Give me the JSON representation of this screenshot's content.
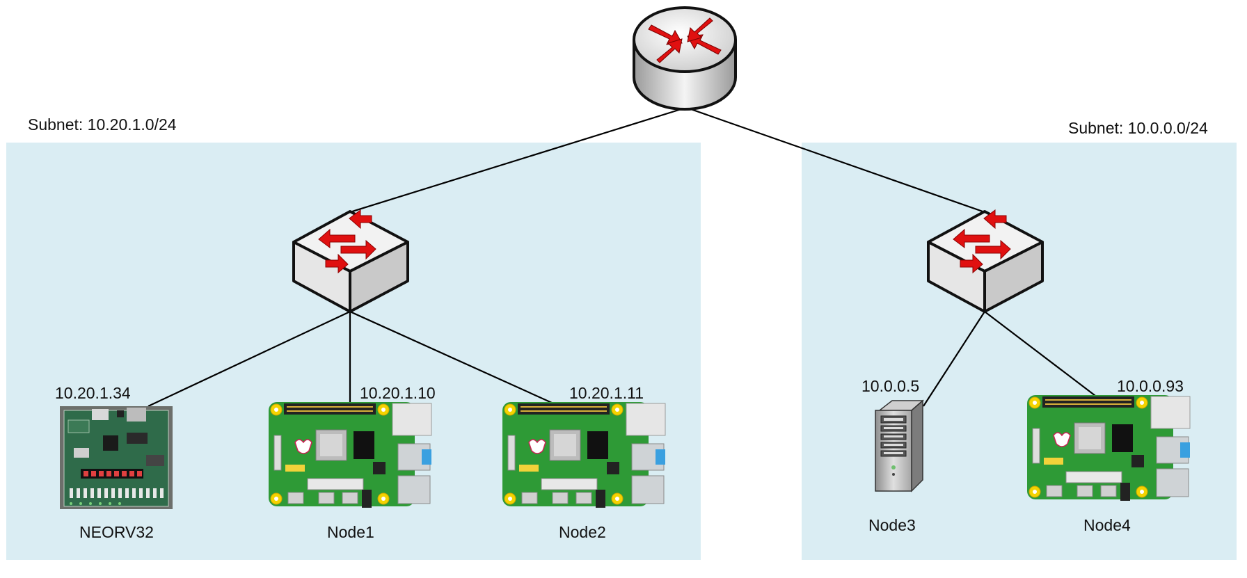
{
  "subnets": {
    "left": {
      "label": "Subnet: 10.20.1.0/24"
    },
    "right": {
      "label": "Subnet: 10.0.0.0/24"
    }
  },
  "devices": {
    "router": {
      "icon": "router-icon"
    },
    "switch_left": {
      "icon": "switch-icon"
    },
    "switch_right": {
      "icon": "switch-icon"
    },
    "neorv32": {
      "name": "NEORV32",
      "ip": "10.20.1.34",
      "icon": "fpga-board-icon"
    },
    "node1": {
      "name": "Node1",
      "ip": "10.20.1.10",
      "icon": "raspberry-pi-icon"
    },
    "node2": {
      "name": "Node2",
      "ip": "10.20.1.11",
      "icon": "raspberry-pi-icon"
    },
    "node3": {
      "name": "Node3",
      "ip": "10.0.0.5",
      "icon": "server-tower-icon"
    },
    "node4": {
      "name": "Node4",
      "ip": "10.0.0.93",
      "icon": "raspberry-pi-icon"
    }
  },
  "colors": {
    "subnet_fill": "#daedf3",
    "pcb_green": "#2e9a36",
    "arrow_red": "#e01010",
    "link_line": "#000000"
  }
}
